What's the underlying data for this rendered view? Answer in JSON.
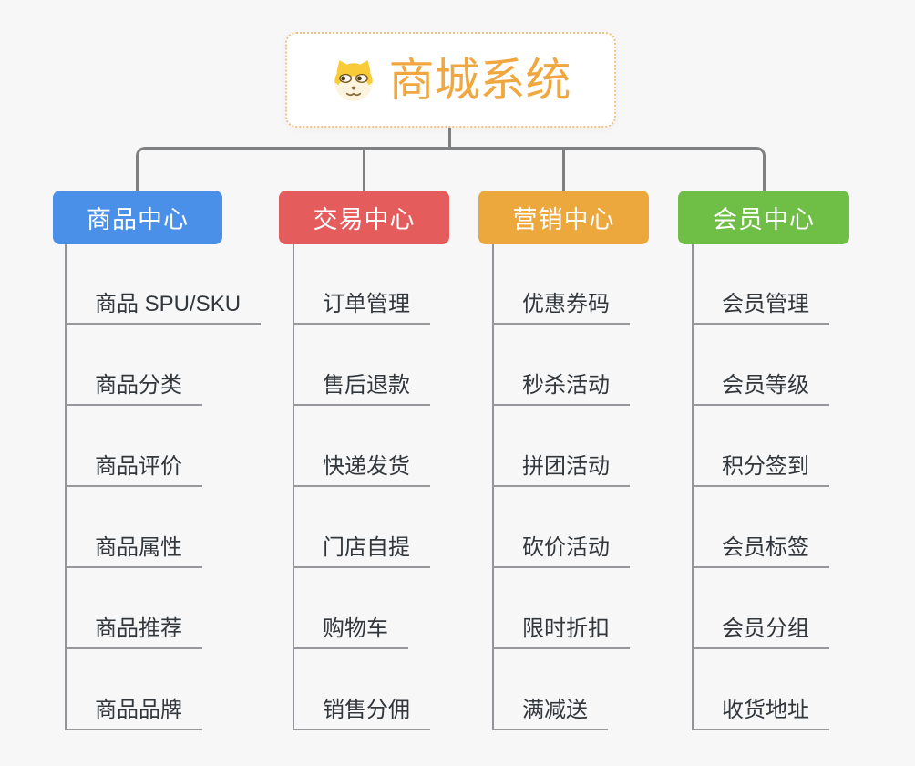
{
  "root": {
    "title": "商城系统",
    "icon": "shiba-dog-icon",
    "accent_color": "#f0a73f",
    "border_color": "#f2c084"
  },
  "connector_color": "#7e8082",
  "background_color": "#f7f7f8",
  "branches": [
    {
      "label": "商品中心",
      "color": "#4b90e8",
      "children": [
        "商品 SPU/SKU",
        "商品分类",
        "商品评价",
        "商品属性",
        "商品推荐",
        "商品品牌"
      ]
    },
    {
      "label": "交易中心",
      "color": "#e45c5c",
      "children": [
        "订单管理",
        "售后退款",
        "快递发货",
        "门店自提",
        "购物车",
        "销售分佣"
      ]
    },
    {
      "label": "营销中心",
      "color": "#eda83d",
      "children": [
        "优惠券码",
        "秒杀活动",
        "拼团活动",
        "砍价活动",
        "限时折扣",
        "满减送"
      ]
    },
    {
      "label": "会员中心",
      "color": "#6fbe45",
      "children": [
        "会员管理",
        "会员等级",
        "积分签到",
        "会员标签",
        "会员分组",
        "收货地址"
      ]
    }
  ]
}
